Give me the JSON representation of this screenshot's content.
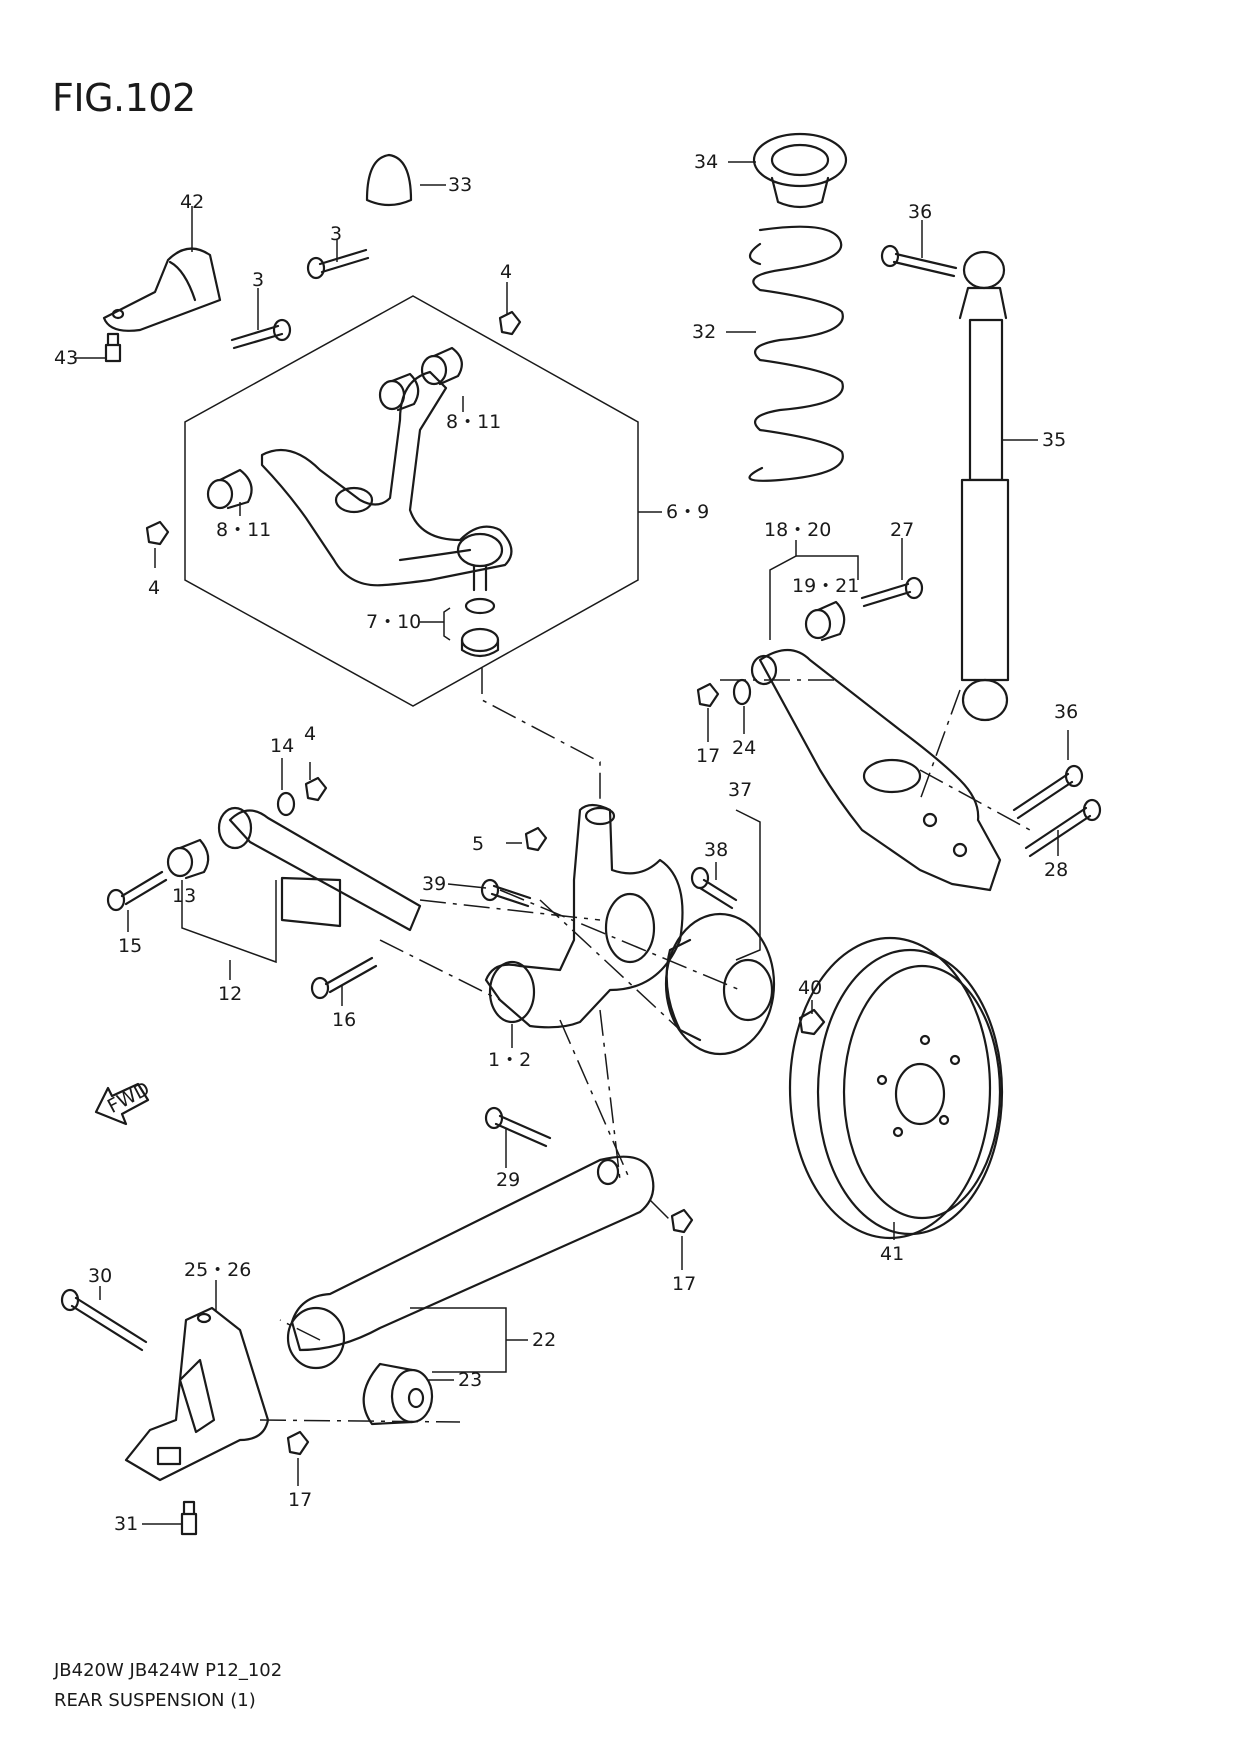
{
  "figure": {
    "title": "FIG.102",
    "code": "JB420W JB424W P12_102",
    "name": "REAR SUSPENSION (1)",
    "fwd_marker": "FWD"
  },
  "callouts": [
    {
      "id": "c33",
      "text": "33"
    },
    {
      "id": "c42",
      "text": "42"
    },
    {
      "id": "c43",
      "text": "43"
    },
    {
      "id": "c3a",
      "text": "3"
    },
    {
      "id": "c3b",
      "text": "3"
    },
    {
      "id": "c4a",
      "text": "4"
    },
    {
      "id": "c8a",
      "text": "8・11"
    },
    {
      "id": "c8b",
      "text": "8・11"
    },
    {
      "id": "c4b",
      "text": "4"
    },
    {
      "id": "c69",
      "text": "6・9"
    },
    {
      "id": "c710",
      "text": "7・10"
    },
    {
      "id": "c34",
      "text": "34"
    },
    {
      "id": "c32",
      "text": "32"
    },
    {
      "id": "c36a",
      "text": "36"
    },
    {
      "id": "c35",
      "text": "35"
    },
    {
      "id": "c1820",
      "text": "18・20"
    },
    {
      "id": "c27",
      "text": "27"
    },
    {
      "id": "c1921",
      "text": "19・21"
    },
    {
      "id": "c17a",
      "text": "17"
    },
    {
      "id": "c24",
      "text": "24"
    },
    {
      "id": "c36b",
      "text": "36"
    },
    {
      "id": "c28",
      "text": "28"
    },
    {
      "id": "c14",
      "text": "14"
    },
    {
      "id": "c4c",
      "text": "4"
    },
    {
      "id": "c5",
      "text": "5"
    },
    {
      "id": "c37",
      "text": "37"
    },
    {
      "id": "c38",
      "text": "38"
    },
    {
      "id": "c39",
      "text": "39"
    },
    {
      "id": "c13",
      "text": "13"
    },
    {
      "id": "c15",
      "text": "15"
    },
    {
      "id": "c12",
      "text": "12"
    },
    {
      "id": "c16",
      "text": "16"
    },
    {
      "id": "c12b",
      "text": "1・2"
    },
    {
      "id": "c40",
      "text": "40"
    },
    {
      "id": "c29",
      "text": "29"
    },
    {
      "id": "c17b",
      "text": "17"
    },
    {
      "id": "c41",
      "text": "41"
    },
    {
      "id": "c30",
      "text": "30"
    },
    {
      "id": "c2526",
      "text": "25・26"
    },
    {
      "id": "c22",
      "text": "22"
    },
    {
      "id": "c23",
      "text": "23"
    },
    {
      "id": "c17c",
      "text": "17"
    },
    {
      "id": "c31",
      "text": "31"
    }
  ]
}
